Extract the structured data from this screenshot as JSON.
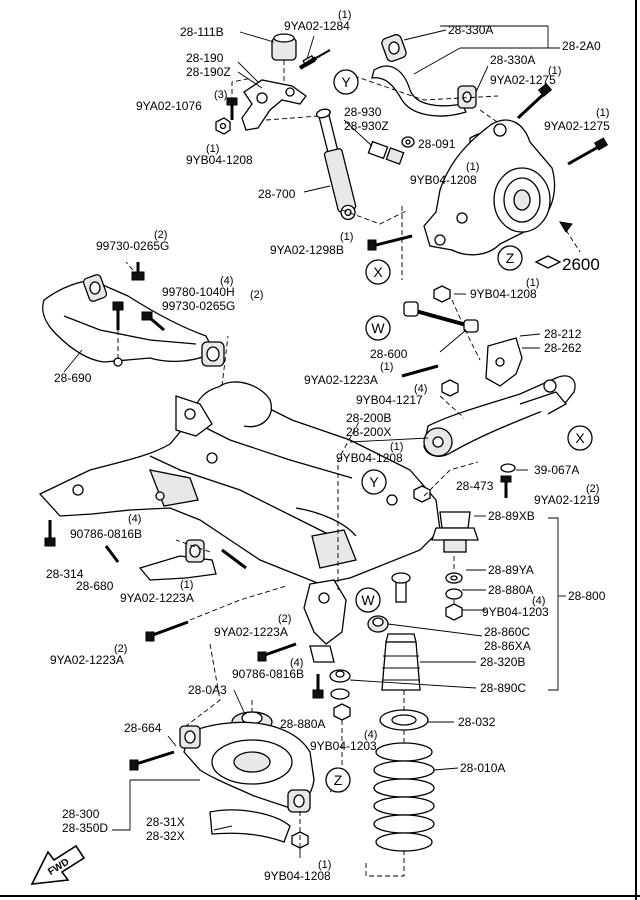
{
  "parts": {
    "p28_111B": "28-111B",
    "p9YA02_1284": "9YA02-1284",
    "q9YA02_1284": "(1)",
    "p28_190": "28-190",
    "p28_190Z": "28-190Z",
    "p9YA02_1076": "9YA02-1076",
    "q9YA02_1076": "(3)",
    "p9YB04_1208_a": "9YB04-1208",
    "q9YB04_1208_a": "(1)",
    "p28_330A_a": "28-330A",
    "p28_2A0": "28-2A0",
    "p28_330A_b": "28-330A",
    "p9YA02_1275_a": "9YA02-1275",
    "q9YA02_1275_a": "(1)",
    "p9YA02_1275_b": "9YA02-1275",
    "q9YA02_1275_b": "(1)",
    "p28_930": "28-930",
    "p28_930Z": "28-930Z",
    "p28_091": "28-091",
    "p9YB04_1208_b": "9YB04-1208",
    "q9YB04_1208_b": "(1)",
    "p28_700": "28-700",
    "p9YA02_1298B": "9YA02-1298B",
    "q9YA02_1298B": "(1)",
    "p2600": "2600",
    "p99730_0265G_a": "99730-0265G",
    "q99730_0265G_a": "(2)",
    "p99780_1040H": "99780-1040H",
    "q99780_1040H": "(4)",
    "p99730_0265G_b": "99730-0265G",
    "q99730_0265G_b": "(2)",
    "p28_690": "28-690",
    "p9YB04_1208_c": "9YB04-1208",
    "q9YB04_1208_c": "(1)",
    "p28_212": "28-212",
    "p28_262": "28-262",
    "p28_600": "28-600",
    "p9YA02_1223A_a": "9YA02-1223A",
    "q9YA02_1223A_a": "(1)",
    "p9YB04_1217": "9YB04-1217",
    "q9YB04_1217": "(4)",
    "p28_200B": "28-200B",
    "p28_200X": "28-200X",
    "p9YB04_1208_d": "9YB04-1208",
    "q9YB04_1208_d": "(1)",
    "p39_067A": "39-067A",
    "p28_473": "28-473",
    "p9YA02_1219": "9YA02-1219",
    "q9YA02_1219": "(2)",
    "p90786_0816B_a": "90786-0816B",
    "q90786_0816B_a": "(4)",
    "p28_89XB": "28-89XB",
    "p28_314": "28-314",
    "p28_680": "28-680",
    "p9YA02_1223A_b": "9YA02-1223A",
    "q9YA02_1223A_b": "(1)",
    "p28_89YA": "28-89YA",
    "p28_880A_a": "28-880A",
    "p9YB04_1203_a": "9YB04-1203",
    "q9YB04_1203_a": "(4)",
    "p28_800": "28-800",
    "p9YA02_1223A_c": "9YA02-1223A",
    "q9YA02_1223A_c": "(2)",
    "p9YA02_1223A_d": "9YA02-1223A",
    "q9YA02_1223A_d": "(2)",
    "p28_860C": "28-860C",
    "p28_86XA": "28-86XA",
    "p90786_0816B_b": "90786-0816B",
    "q90786_0816B_b": "(4)",
    "p28_320B": "28-320B",
    "p28_0A3": "28-0A3",
    "p28_890C": "28-890C",
    "p28_880A_b": "28-880A",
    "p28_032": "28-032",
    "p9YB04_1203_b": "9YB04-1203",
    "q9YB04_1203_b": "(4)",
    "p28_664": "28-664",
    "p28_010A": "28-010A",
    "p28_300": "28-300",
    "p28_350D": "28-350D",
    "p28_31X": "28-31X",
    "p28_32X": "28-32X",
    "p9YB04_1208_e": "9YB04-1208",
    "q9YB04_1208_e": "(1)"
  },
  "callouts": {
    "Y1": "Y",
    "Y2": "Y",
    "X1": "X",
    "X2": "X",
    "Z1": "Z",
    "Z2": "Z",
    "W1": "W",
    "W2": "W"
  },
  "fwd": "FWD",
  "colors": {
    "ink": "#000000",
    "paper": "#ffffff"
  }
}
